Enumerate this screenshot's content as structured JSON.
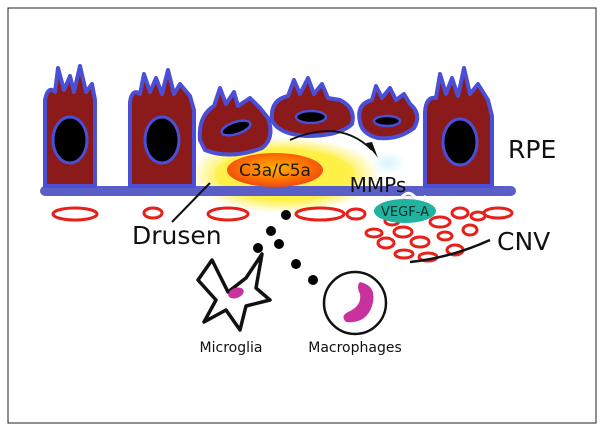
{
  "labels": {
    "rpe": "RPE",
    "drusen": "Drusen",
    "cnv": "CNV",
    "mmps": "MMPs",
    "c3a_c5a": "C3a/C5a",
    "vegf_a": "VEGF-A",
    "microglia": "Microglia",
    "macrophages": "Macrophages"
  },
  "colors": {
    "cell_fill": "#8b1a1a",
    "cell_outline": "#4a4fd6",
    "nucleus": "#000000",
    "membrane": "#5a5fc8",
    "vessel_outline": "#e8201a",
    "drusen_glow": "#fff23a",
    "complement_core": "#ff6a00",
    "vegf": "#1fb3a0",
    "immune_cell_body": "#c8329e"
  }
}
